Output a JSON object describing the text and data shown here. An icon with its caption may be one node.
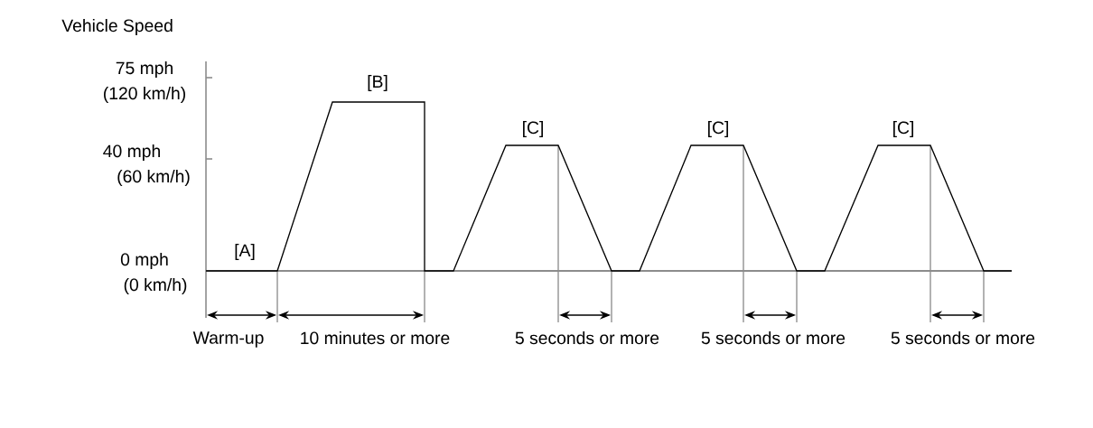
{
  "diagram": {
    "labels": [
      "Vehicle Speed",
      "75 mph",
      "[B]",
      "(120 km/h)",
      "[C]",
      "[C]",
      "[C]",
      "40 mph",
      "(60 km/h)",
      "[A]",
      "0 mph",
      "(0 km/h)",
      "Warm-up",
      "10 minutes or more",
      "5 seconds or more",
      "5 seconds or more",
      "5 seconds or more"
    ]
  }
}
